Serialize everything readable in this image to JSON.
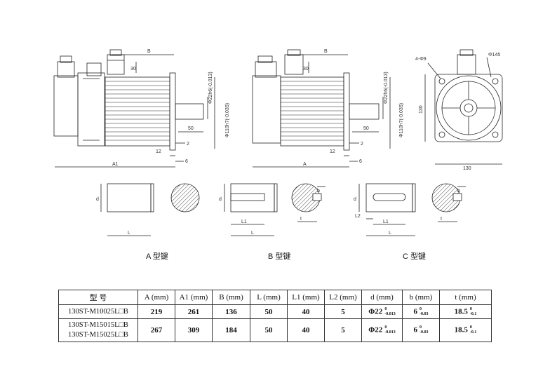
{
  "drawing": {
    "views": [
      {
        "id": "A",
        "labels": {
          "B": "B",
          "h30": "30",
          "phi22": "Φ22h6(-0.013)",
          "phi110": "Φ110h7(-0.035)",
          "L50": "50",
          "d2": "2",
          "d12": "12",
          "d6": "6",
          "A1": "A1"
        }
      },
      {
        "id": "B",
        "labels": {
          "B": "B",
          "h30": "30",
          "phi22": "Φ22h6(-0.013)",
          "phi110": "Φ110h7(-0.035)",
          "L50": "50",
          "d2": "2",
          "d12": "12",
          "d6": "6",
          "A": "A"
        }
      },
      {
        "id": "C",
        "labels": {
          "holes": "4-Φ9",
          "phi145": "Φ145",
          "h130": "130",
          "w130": "130"
        }
      }
    ],
    "keys": [
      {
        "caption": "A 型键",
        "labels": {
          "d": "d",
          "L": "L"
        }
      },
      {
        "caption": "B 型键",
        "labels": {
          "d": "d",
          "L1": "L1",
          "L": "L",
          "b": "b",
          "t": "t"
        }
      },
      {
        "caption": "C 型键",
        "labels": {
          "d": "d",
          "L2": "L2",
          "L1": "L1",
          "L": "L",
          "b": "b",
          "t": "t"
        }
      }
    ]
  },
  "table": {
    "headers": [
      "型 号",
      "A (mm)",
      "A1 (mm)",
      "B (mm)",
      "L (mm)",
      "L1 (mm)",
      "L2 (mm)",
      "d (mm)",
      "b (mm)",
      "t (mm)"
    ],
    "rows": [
      {
        "model": [
          "130ST-M10025L□B"
        ],
        "A": "219",
        "A1": "261",
        "B": "136",
        "L": "50",
        "L1": "40",
        "L2": "5",
        "d": "Φ22",
        "d_tol": [
          "0",
          "-0.013"
        ],
        "b": "6",
        "b_tol": [
          "0",
          "-0.03"
        ],
        "t": "18.5",
        "t_tol": [
          "0",
          "-0.1"
        ]
      },
      {
        "model": [
          "130ST-M15015L□B",
          "130ST-M15025L□B"
        ],
        "A": "267",
        "A1": "309",
        "B": "184",
        "L": "50",
        "L1": "40",
        "L2": "5",
        "d": "Φ22",
        "d_tol": [
          "0",
          "-0.013"
        ],
        "b": "6",
        "b_tol": [
          "0",
          "-0.03"
        ],
        "t": "18.5",
        "t_tol": [
          "0",
          "-0.1"
        ]
      }
    ]
  }
}
